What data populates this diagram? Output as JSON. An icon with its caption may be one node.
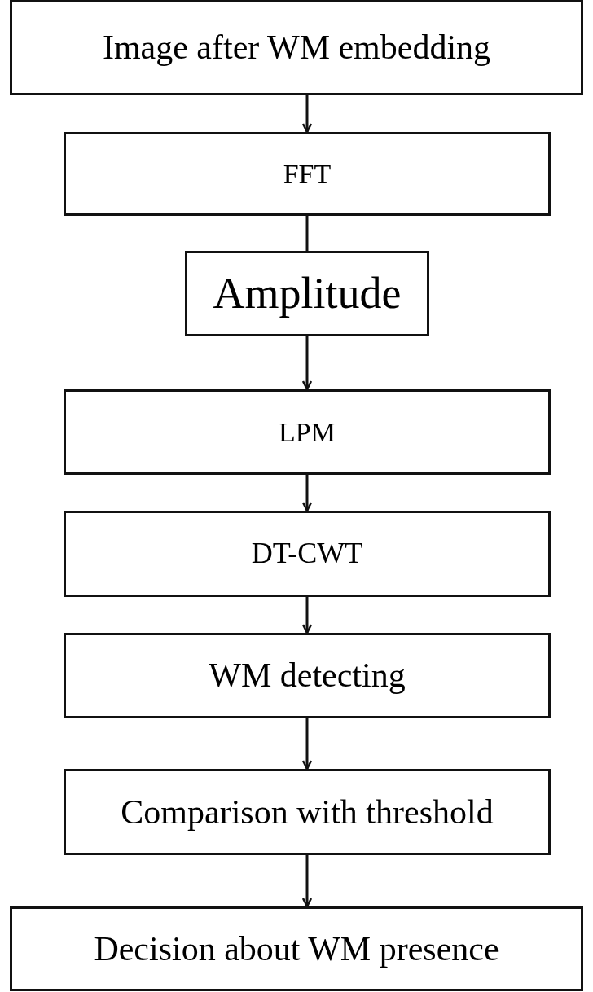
{
  "diagram": {
    "nodes": [
      {
        "text": [
          "Image after WM embedding"
        ]
      },
      {
        "text": [
          "FFT"
        ]
      },
      {
        "text": [
          "Amplitude"
        ]
      },
      {
        "text": [
          "LPM"
        ]
      },
      {
        "text": [
          "DT-CWT"
        ]
      },
      {
        "text": [
          "WM detecting"
        ]
      },
      {
        "text": [
          "Comparison with threshold"
        ]
      },
      {
        "text": [
          "Decision about WM presence"
        ]
      }
    ],
    "edges": [
      {
        "from": 0,
        "to": 1,
        "arrow": "to"
      },
      {
        "from": 1,
        "to": 2,
        "arrow": "none"
      },
      {
        "from": 2,
        "to": 3,
        "arrow": "to"
      },
      {
        "from": 3,
        "to": 4,
        "arrow": "to"
      },
      {
        "from": 4,
        "to": 5,
        "arrow": "to"
      },
      {
        "from": 5,
        "to": 6,
        "arrow": "to"
      },
      {
        "from": 6,
        "to": 7,
        "arrow": "to"
      }
    ]
  }
}
